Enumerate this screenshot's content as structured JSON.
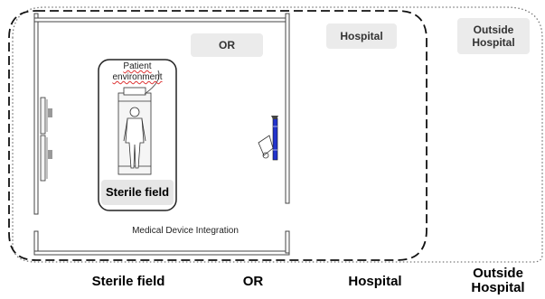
{
  "zones": {
    "or_label": "OR",
    "hospital_label": "Hospital",
    "outside_hospital_label": "Outside Hospital"
  },
  "patient": {
    "environment_label": "Patient environment",
    "sterile_field_label": "Sterile field"
  },
  "integration_label": "Medical Device Integration",
  "bottom_legend": {
    "sterile_field": "Sterile field",
    "or": "OR",
    "hospital": "Hospital",
    "outside_hospital": "Outside Hospital"
  }
}
